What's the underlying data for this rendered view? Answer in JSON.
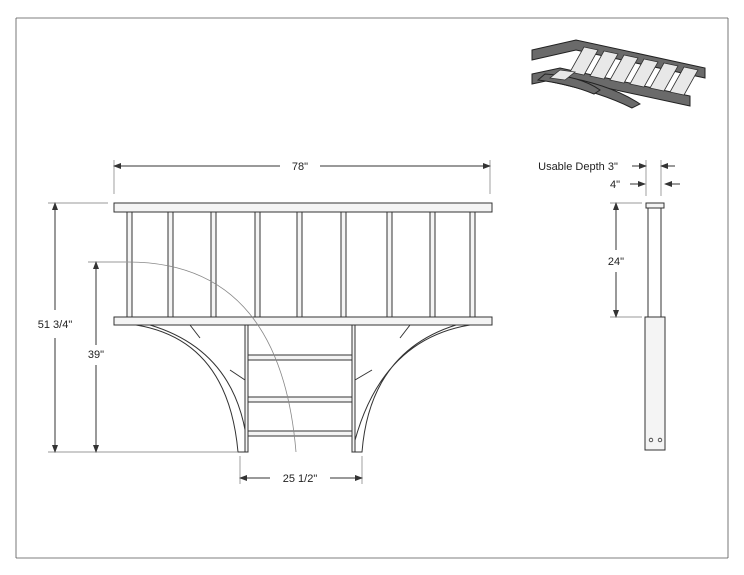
{
  "dimensions": {
    "overall_width": "78\"",
    "overall_height": "51 3/4\"",
    "inner_height": "39\"",
    "bottom_width": "25 1/2\"",
    "usable_depth": "Usable Depth 3\"",
    "rail_depth": "4\"",
    "side_height": "24\""
  },
  "colors": {
    "line": "#333333",
    "rail_shade": "#6a6a6a",
    "rung_fill": "#f4f4f4"
  }
}
